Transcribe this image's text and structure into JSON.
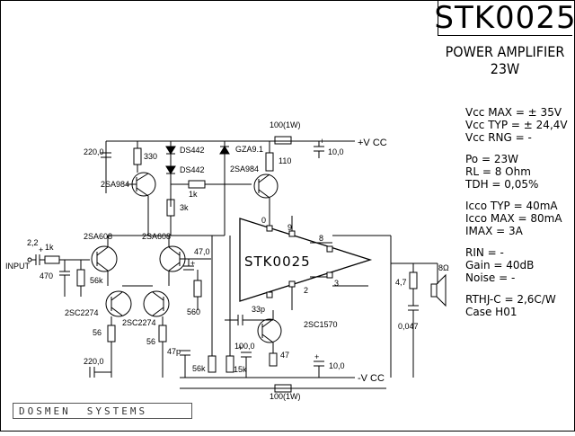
{
  "title": "STK0025",
  "subtitle_line1": "POWER  AMPLIFIER",
  "subtitle_line2": "23W",
  "specs": {
    "vcc_max": "Vcc MAX = ± 35V",
    "vcc_typ": "Vcc TYP = ± 24,4V",
    "vcc_rng": "Vcc RNG =  -",
    "po": "Po  = 23W",
    "rl": "RL  = 8 Ohm",
    "tdh": "TDH = 0,05%",
    "icco_typ": "Icco TYP = 40mA",
    "icco_max": "Icco MAX = 80mA",
    "imax": "IMAX =   3A",
    "rin": "RIN  =  -",
    "gain": "Gain = 40dB",
    "noise": "Noise = -",
    "rthj": "RTHJ-C = 2,6C/W",
    "case": "Case  H01"
  },
  "logo": {
    "word1": "DOSMEN",
    "word2": "SYSTEMS"
  },
  "schematic": {
    "ic_label": "STK0025",
    "pin_0": "0",
    "pin_9": "9",
    "pin_8": "8",
    "pin_2": "2",
    "pin_3": "3",
    "vcc_pos": "+V CC",
    "vcc_neg": "-V CC",
    "input": "INPUT",
    "c_220_top": "220,0",
    "r_330": "330",
    "d_ds442_a": "DS442",
    "d_ds442_b": "DS442",
    "d_gza": "GZA9.1",
    "r_100_1w_top": "100(1W)",
    "r_110": "110",
    "c_10_top": "10,0",
    "q_2sa984_l": "2SA984",
    "q_2sa984_r": "2SA984",
    "r_1k_mid": "1k",
    "r_3k": "3k",
    "q_2sa608_l": "2SA608",
    "q_2sa608_r": "2SA608",
    "c_2_2": "2,2",
    "r_1k_in": "1k",
    "r_470": "470",
    "r_56k_l": "56k",
    "c_47_0": "47,0",
    "r_560": "560",
    "q_2sc2274_l": "2SC2274",
    "q_2sc2274_r": "2SC2274",
    "r_56_l": "56",
    "r_56_r": "56",
    "c_33p": "33p",
    "q_2sc1570": "2SC1570",
    "c_47p": "47p",
    "c_100_0": "100,0",
    "r_47": "47",
    "c_220_bot": "220,0",
    "r_56k_b": "56k",
    "r_15k": "15k",
    "c_10_bot": "10,0",
    "r_100_1w_bot": "100(1W)",
    "r_4_7": "4,7",
    "c_0_047": "0,047",
    "load": "8Ω",
    "plus": "+"
  }
}
